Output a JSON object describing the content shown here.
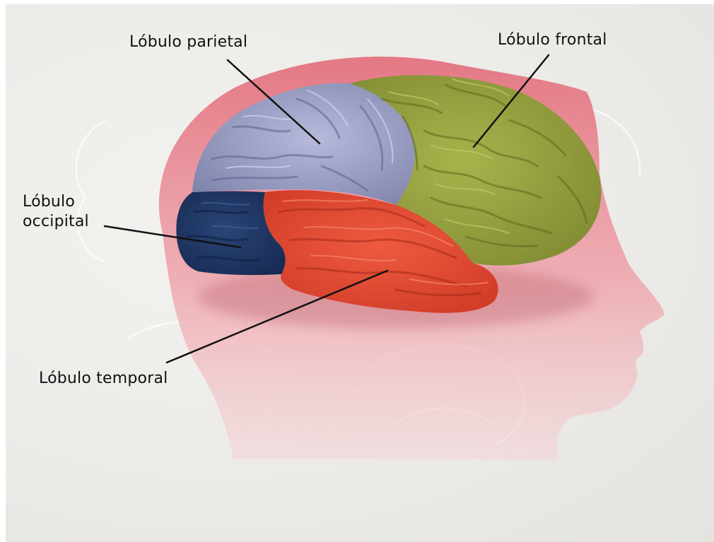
{
  "labels": {
    "parietal": "Lóbulo parietal",
    "frontal": "Lóbulo frontal",
    "occipital_line1": "Lóbulo",
    "occipital_line2": "occipital",
    "temporal": "Lóbulo temporal"
  },
  "colors": {
    "head": "#e88a94",
    "parietal": "#8f93b8",
    "frontal": "#8f9a3a",
    "occipital": "#1f3563",
    "temporal": "#e0452e",
    "leader_line": "#111111"
  }
}
